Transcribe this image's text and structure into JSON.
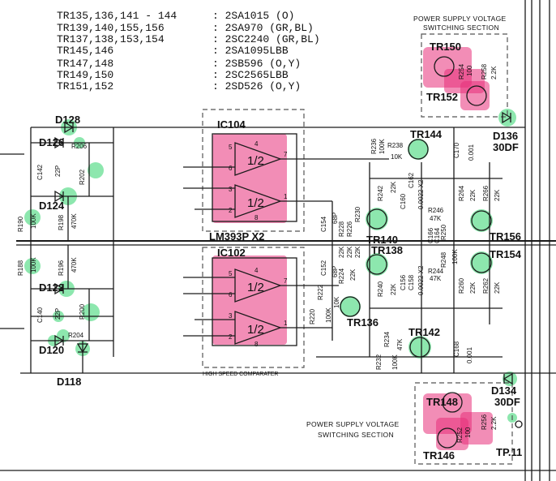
{
  "header_table": [
    {
      "part": "TR135,136,141 - 144",
      "type": ": 2SA1015 (O)"
    },
    {
      "part": "TR139,140,155,156",
      "type": ": 2SA970 (GR,BL)"
    },
    {
      "part": "TR137,138,153,154",
      "type": ": 2SC2240 (GR,BL)"
    },
    {
      "part": "TR145,146",
      "type": ": 2SA1095LBB"
    },
    {
      "part": "TR147,148",
      "type": ": 2SB596 (O,Y)"
    },
    {
      "part": "TR149,150",
      "type": ": 2SC2565LBB"
    },
    {
      "part": "TR151,152",
      "type": ": 2SD526 (O,Y)"
    }
  ],
  "sections": {
    "top": {
      "line1": "POWER SUPPLY VOLTAGE",
      "line2": "SWITCHING SECTION"
    },
    "bottom": {
      "line1": "POWER SUPPLY VOLTAGE",
      "line2": "SWITCHING SECTION"
    }
  },
  "ics": {
    "ic104": {
      "label": "IC104",
      "part": "LM393P X2",
      "op": "1/2",
      "pins_a": [
        "5",
        "6",
        "4",
        "7"
      ],
      "pins_b": [
        "3",
        "2",
        "8",
        "1"
      ]
    },
    "ic102": {
      "label": "IC102",
      "part": "HIGH SPEED COMPARATER",
      "op": "1/2",
      "pins_a": [
        "5",
        "6",
        "4",
        "7"
      ],
      "pins_b": [
        "3",
        "2",
        "8",
        "1"
      ]
    }
  },
  "diodes": {
    "d128": "D128",
    "d126": "D126",
    "d124": "D124",
    "d122": "D122",
    "d120": "D120",
    "d118": "D118",
    "d136": "D136",
    "d136_type": "30DF",
    "d134": "D134",
    "d134_type": "30DF"
  },
  "transistors": {
    "tr150": "TR150",
    "tr152": "TR152",
    "tr144": "TR144",
    "tr140": "TR140",
    "tr138": "TR138",
    "tr156": "TR156",
    "tr154": "TR154",
    "tr136": "TR136",
    "tr142": "TR142",
    "tr148": "TR148",
    "tr146": "TR146"
  },
  "components": {
    "r206": "R206",
    "r202": "R202",
    "c142": "C142",
    "c142_v": "22P",
    "r190": "R190",
    "r190_v": "100K",
    "r198": "R198",
    "r198_v": "470K",
    "r188": "R188",
    "r188_v": "100K",
    "r196": "R196",
    "r196_v": "470K",
    "c140": "C140",
    "c140_v": "22P",
    "r200": "R200",
    "r204": "R204",
    "r236": "R236",
    "r236_v": "100K",
    "r238": "R238",
    "r238_v": "10K",
    "c170": "C170",
    "c170_v": "0.001",
    "r242": "R242",
    "r242_v": "22K",
    "c160": "C160",
    "c162": "C162",
    "c160_v": "0.0022 X2",
    "r246": "R246",
    "r246_v": "47K",
    "r250": "R250",
    "r264": "R264",
    "r264_v": "22K",
    "r266": "R266",
    "r266_v": "22K",
    "c154": "C154",
    "c154_v": "68P",
    "r226": "R226",
    "r228": "R228",
    "r230": "R230",
    "r226_v": "22K",
    "r228_v": "22K",
    "r230_v": "22K",
    "c152": "C152",
    "c152_v": "68P",
    "r224": "R224",
    "r224_v": "22K",
    "c156": "C156",
    "c158": "C158",
    "c156_v": "0.0022 X2",
    "r244": "R244",
    "r244_v": "47K",
    "r248": "R248",
    "r248_v": "100K",
    "r240": "R240",
    "r240_v": "22K",
    "r260": "R260",
    "r260_v": "22K",
    "r262": "R262",
    "r262_v": "22K",
    "r220": "R220",
    "r222": "R222",
    "r220_v": "100K",
    "r222_v": "10K",
    "r232": "R232",
    "r234": "R234",
    "r232_v": "100K",
    "r234_v": "47K",
    "c168": "C168",
    "c168_v": "0.001",
    "r254": "R254",
    "r254_v": "100",
    "r258": "R258",
    "r258_v": "2.2K",
    "r252": "R252",
    "r252_v": "100",
    "r256": "R256",
    "r256_v": "2.2K",
    "c166": "C166",
    "c164": "C164"
  },
  "test_point": "TP.11"
}
